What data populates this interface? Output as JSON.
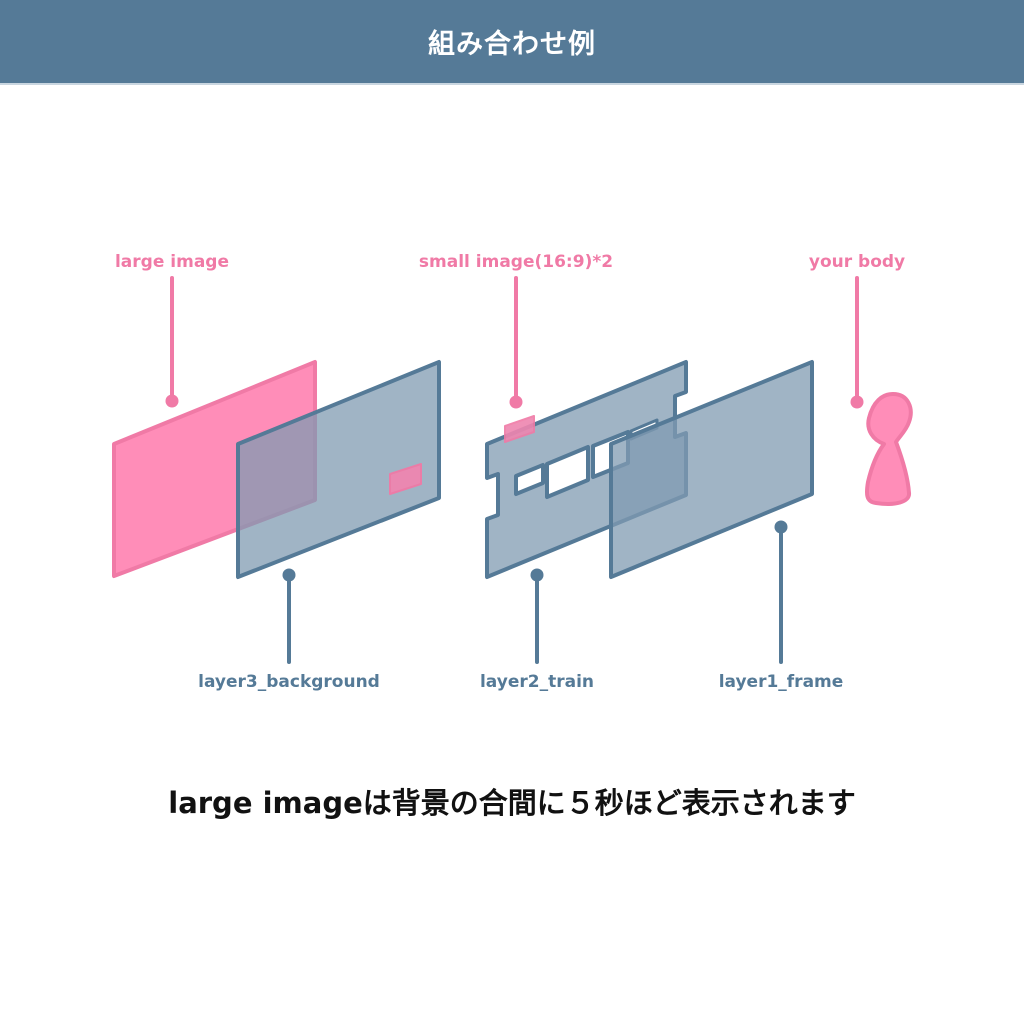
{
  "header": {
    "title": "組み合わせ例",
    "background": "#557A97"
  },
  "diagram": {
    "colors": {
      "pink": "#F07AA6",
      "pink_fill": "#FF8DB8",
      "blue": "#557A97",
      "blue_fill": "#9FB3C4"
    },
    "top_labels": [
      {
        "id": "large_image",
        "text": "large image"
      },
      {
        "id": "small_image",
        "text": "small image(16:9)*2"
      },
      {
        "id": "your_body",
        "text": "your body"
      }
    ],
    "bottom_labels": [
      {
        "id": "layer3",
        "text": "layer3_background"
      },
      {
        "id": "layer2",
        "text": "layer2_train"
      },
      {
        "id": "layer1",
        "text": "layer1_frame"
      }
    ]
  },
  "caption": "large imageは背景の合間に５秒ほど表示されます"
}
